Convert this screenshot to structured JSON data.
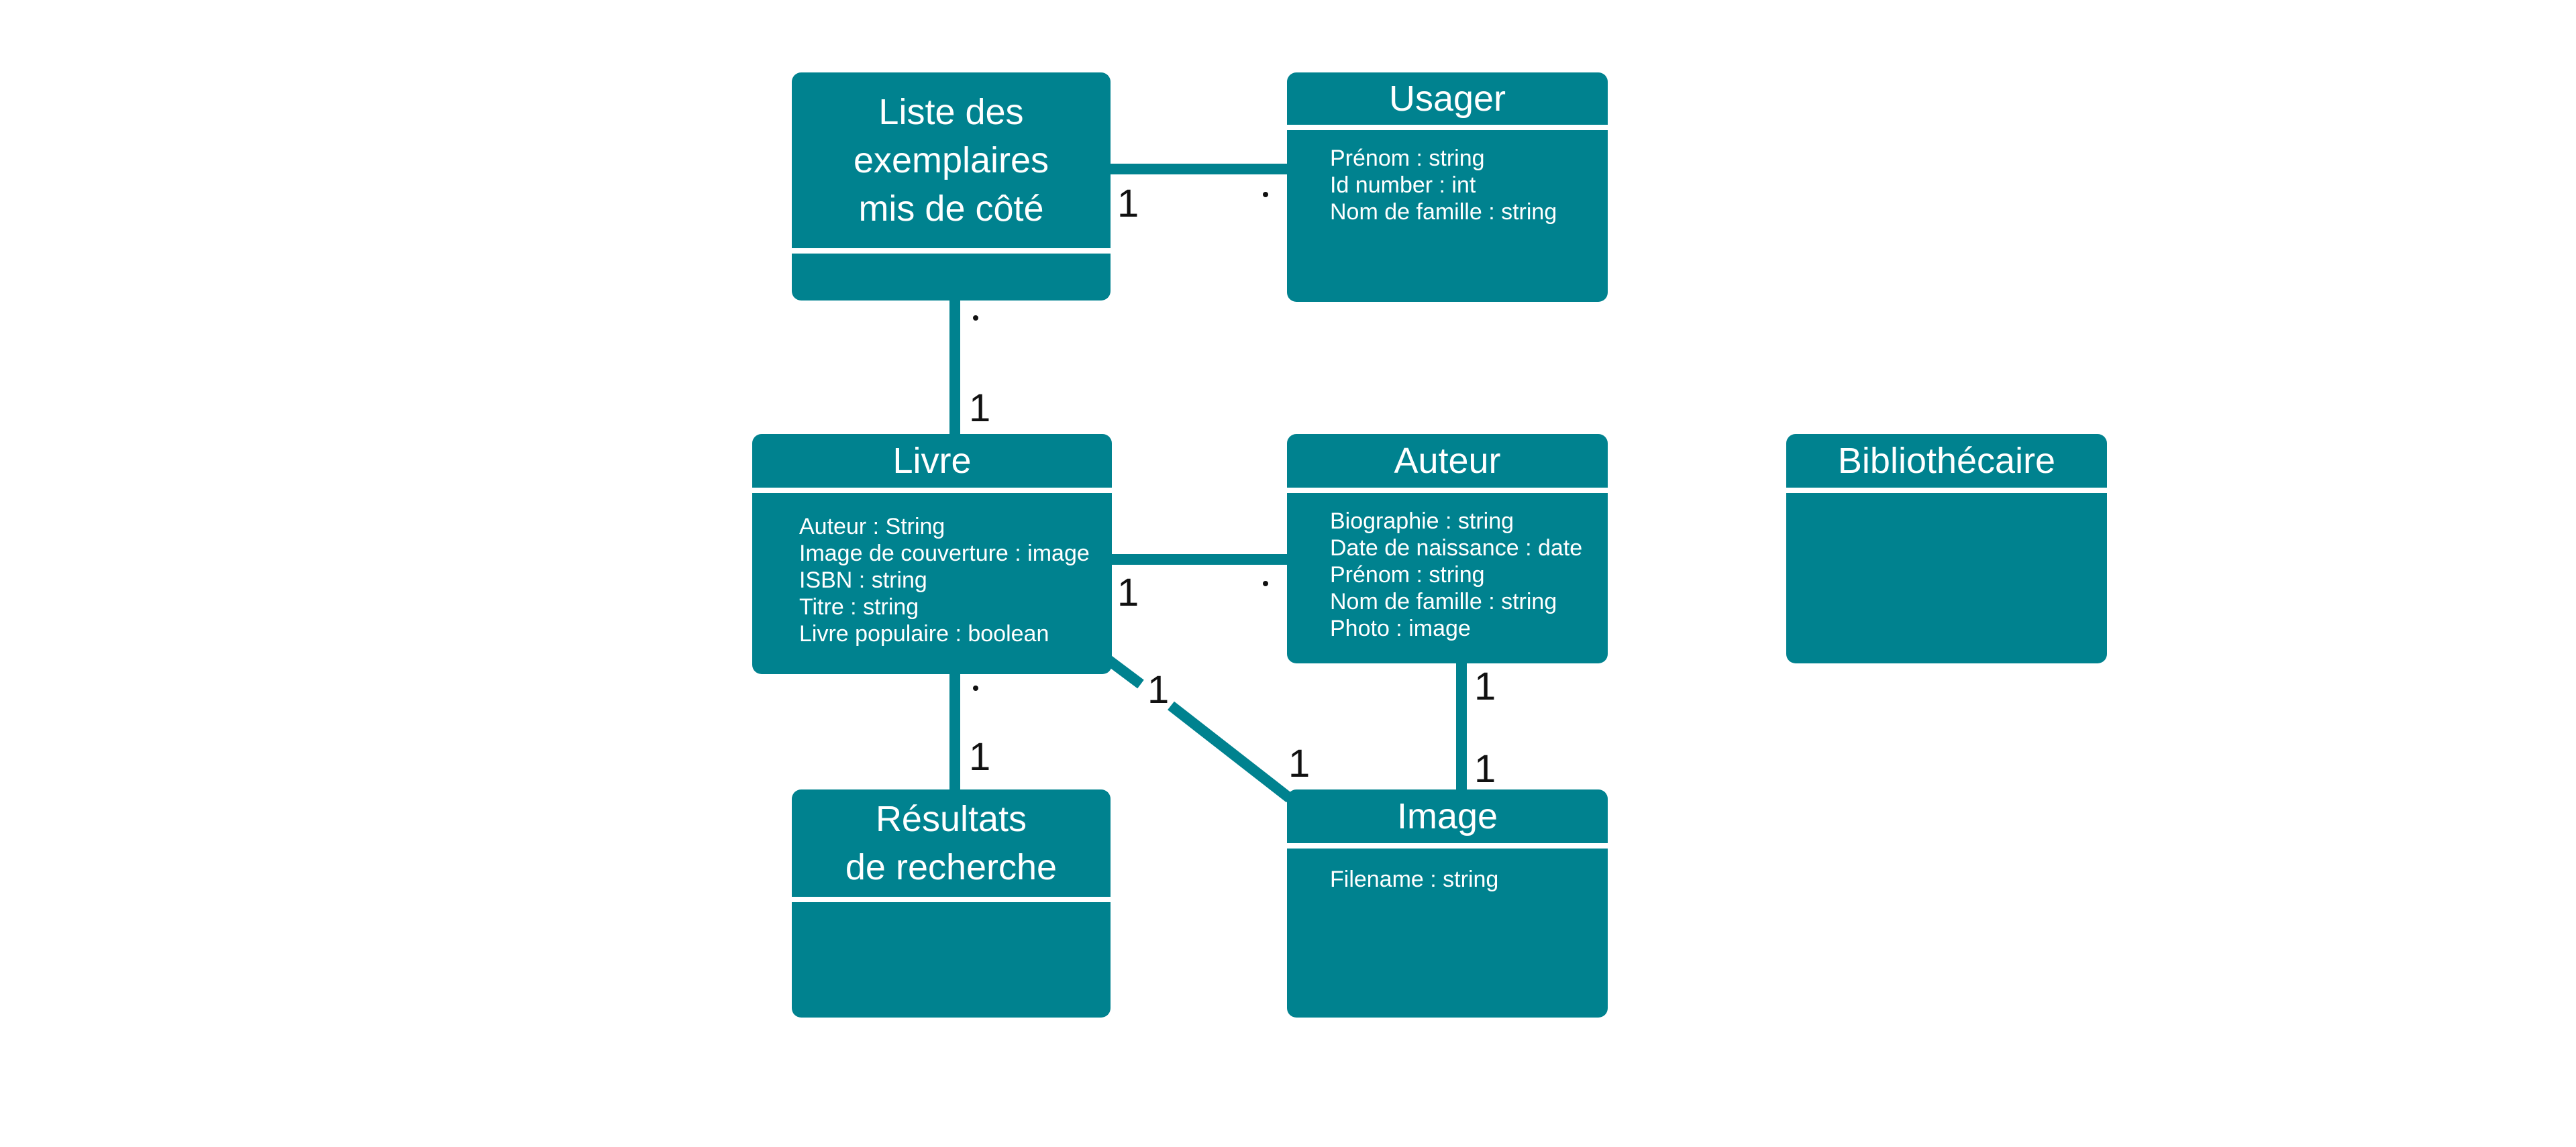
{
  "classes": {
    "liste": {
      "title": [
        "Liste des",
        "exemplaires",
        "mis de côté"
      ],
      "attributes": []
    },
    "usager": {
      "title": [
        "Usager"
      ],
      "attributes": [
        "Prénom : string",
        "Id number : int",
        "Nom de famille : string"
      ]
    },
    "livre": {
      "title": [
        "Livre"
      ],
      "attributes": [
        "Auteur : String",
        "Image de couverture : image",
        "ISBN : string",
        "Titre : string",
        "Livre populaire : boolean"
      ]
    },
    "auteur": {
      "title": [
        "Auteur"
      ],
      "attributes": [
        "Biographie : string",
        "Date de naissance : date",
        "Prénom : string",
        "Nom de famille : string",
        "Photo : image"
      ]
    },
    "bibliothecaire": {
      "title": [
        "Bibliothécaire"
      ],
      "attributes": []
    },
    "resultats": {
      "title": [
        "Résultats",
        "de recherche"
      ],
      "attributes": []
    },
    "image": {
      "title": [
        "Image"
      ],
      "attributes": [
        "Filename : string"
      ]
    }
  },
  "multiplicities": {
    "liste_usager_liste": "1",
    "liste_livre_livre": "1",
    "livre_auteur_livre": "1",
    "livre_image_livre": "1",
    "livre_image_image": "1",
    "auteur_image_auteur": "1",
    "auteur_image_image": "1",
    "livre_resultats_resultats": "1"
  },
  "colors": {
    "box": "#00828f",
    "line": "#00828f",
    "text": "#ffffff",
    "label": "#111111"
  }
}
